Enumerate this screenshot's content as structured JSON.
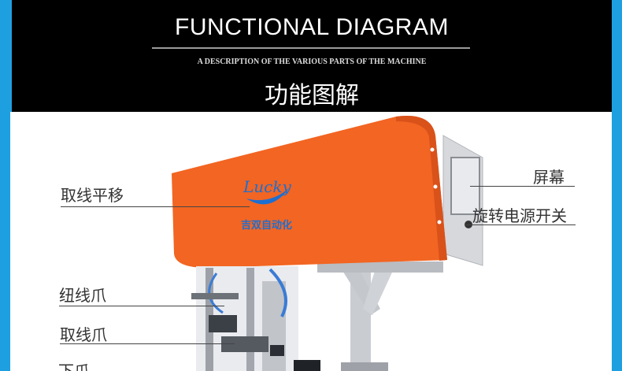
{
  "header": {
    "title": "FUNCTIONAL DIAGRAM",
    "subtitle": "A DESCRIPTION OF THE VARIOUS PARTS OF THE MACHINE",
    "cn_title": "功能图解"
  },
  "brand": {
    "logo_script": "Lucky",
    "name": "吉双自动化"
  },
  "labels": {
    "take_line_shift": "取线平移",
    "twist_claw": "纽线爪",
    "take_claw": "取线爪",
    "lower_claw": "下爪",
    "screen": "屏幕",
    "power_switch": "旋转电源开关"
  },
  "colors": {
    "background": "#1ea0e0",
    "header_bg": "#000000",
    "machine_orange": "#f26522",
    "frame_grey": "#d0d2d6"
  }
}
